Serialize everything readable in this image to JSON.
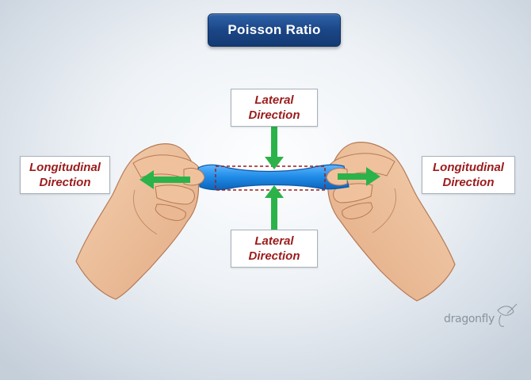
{
  "title": "Poisson Ratio",
  "labels": {
    "lateral_top": {
      "line1": "Lateral",
      "line2": "Direction"
    },
    "lateral_bottom": {
      "line1": "Lateral",
      "line2": "Direction"
    },
    "longitudinal_left": {
      "line1": "Longitudinal",
      "line2": "Direction"
    },
    "longitudinal_right": {
      "line1": "Longitudinal",
      "line2": "Direction"
    }
  },
  "logo_text": "dragonfly",
  "colors": {
    "arrow": "#2bb34a",
    "band": "#1e90e6",
    "label_text": "#9b1b1b",
    "title_bg": "#1b4687",
    "dashed_outline": "#9b1b1b",
    "skin": "#f0c7a3"
  },
  "icons": [
    "arrow-down-icon",
    "arrow-up-icon",
    "arrow-left-icon",
    "arrow-right-icon",
    "dragonfly-logo-icon"
  ]
}
